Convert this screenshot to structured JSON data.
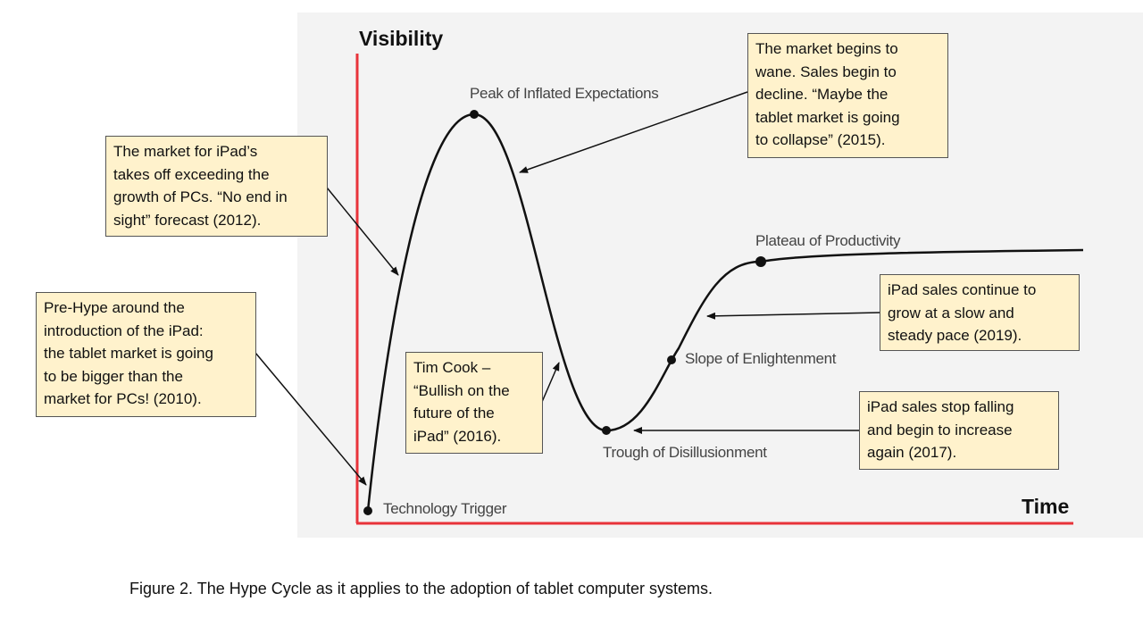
{
  "axes": {
    "y_label": "Visibility",
    "x_label": "Time",
    "axis_color": "#e8333a"
  },
  "phases": [
    {
      "label": "Technology Trigger"
    },
    {
      "label": "Peak of Inflated Expectations"
    },
    {
      "label": "Trough of Disillusionment"
    },
    {
      "label": "Slope of Enlightenment"
    },
    {
      "label": "Plateau of Productivity"
    }
  ],
  "callouts": [
    {
      "lines": [
        "The market for iPad’s",
        "takes off exceeding the",
        "growth of PCs. “No end in",
        "sight” forecast (2012)."
      ]
    },
    {
      "lines": [
        "Pre-Hype around the",
        "introduction of the iPad:",
        "the tablet market is going",
        "to be bigger than the",
        "market for PCs! (2010)."
      ]
    },
    {
      "lines": [
        "The market begins to",
        "wane. Sales begin to",
        "decline. “Maybe the",
        "tablet market is going",
        "to collapse” (2015)."
      ]
    },
    {
      "lines": [
        "Tim Cook –",
        "“Bullish on the",
        "future of the",
        "iPad” (2016)."
      ]
    },
    {
      "lines": [
        "iPad sales continue to",
        "grow at a slow and",
        "steady pace (2019)."
      ]
    },
    {
      "lines": [
        "iPad sales stop falling",
        "and begin to increase",
        "again (2017)."
      ]
    }
  ],
  "caption": "Figure 2. The Hype Cycle as it applies to the adoption of tablet computer systems.",
  "colors": {
    "callout_fill": "#fff2cc",
    "background": "#f3f3f3"
  }
}
